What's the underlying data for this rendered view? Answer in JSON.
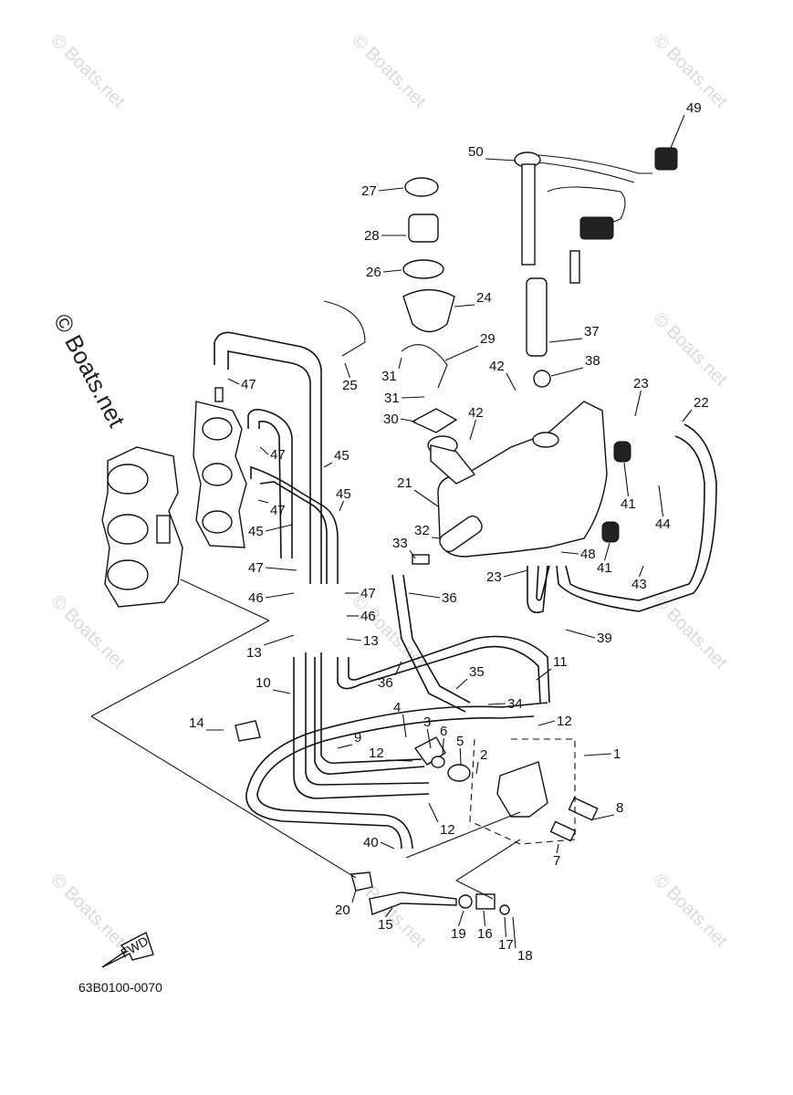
{
  "watermark": "© Boats.net",
  "diagram_code": "63B0100-0070",
  "fwd_label": "FWD",
  "labels": [
    {
      "id": "1",
      "text": "1"
    },
    {
      "id": "2",
      "text": "2"
    },
    {
      "id": "3",
      "text": "3"
    },
    {
      "id": "4",
      "text": "4"
    },
    {
      "id": "5",
      "text": "5"
    },
    {
      "id": "6",
      "text": "6"
    },
    {
      "id": "7",
      "text": "7"
    },
    {
      "id": "8",
      "text": "8"
    },
    {
      "id": "9",
      "text": "9"
    },
    {
      "id": "10",
      "text": "10"
    },
    {
      "id": "11",
      "text": "11"
    },
    {
      "id": "12a",
      "text": "12"
    },
    {
      "id": "12b",
      "text": "12"
    },
    {
      "id": "12c",
      "text": "12"
    },
    {
      "id": "13a",
      "text": "13"
    },
    {
      "id": "13b",
      "text": "13"
    },
    {
      "id": "14",
      "text": "14"
    },
    {
      "id": "15",
      "text": "15"
    },
    {
      "id": "16",
      "text": "16"
    },
    {
      "id": "17",
      "text": "17"
    },
    {
      "id": "18",
      "text": "18"
    },
    {
      "id": "19",
      "text": "19"
    },
    {
      "id": "20",
      "text": "20"
    },
    {
      "id": "21",
      "text": "21"
    },
    {
      "id": "22",
      "text": "22"
    },
    {
      "id": "23a",
      "text": "23"
    },
    {
      "id": "23b",
      "text": "23"
    },
    {
      "id": "24",
      "text": "24"
    },
    {
      "id": "25",
      "text": "25"
    },
    {
      "id": "26",
      "text": "26"
    },
    {
      "id": "27",
      "text": "27"
    },
    {
      "id": "28",
      "text": "28"
    },
    {
      "id": "29",
      "text": "29"
    },
    {
      "id": "30",
      "text": "30"
    },
    {
      "id": "31a",
      "text": "31"
    },
    {
      "id": "31b",
      "text": "31"
    },
    {
      "id": "32",
      "text": "32"
    },
    {
      "id": "33",
      "text": "33"
    },
    {
      "id": "34",
      "text": "34"
    },
    {
      "id": "35",
      "text": "35"
    },
    {
      "id": "36a",
      "text": "36"
    },
    {
      "id": "36b",
      "text": "36"
    },
    {
      "id": "37",
      "text": "37"
    },
    {
      "id": "38",
      "text": "38"
    },
    {
      "id": "39",
      "text": "39"
    },
    {
      "id": "40",
      "text": "40"
    },
    {
      "id": "41a",
      "text": "41"
    },
    {
      "id": "41b",
      "text": "41"
    },
    {
      "id": "42a",
      "text": "42"
    },
    {
      "id": "42b",
      "text": "42"
    },
    {
      "id": "43",
      "text": "43"
    },
    {
      "id": "44",
      "text": "44"
    },
    {
      "id": "45a",
      "text": "45"
    },
    {
      "id": "45b",
      "text": "45"
    },
    {
      "id": "45c",
      "text": "45"
    },
    {
      "id": "46a",
      "text": "46"
    },
    {
      "id": "46b",
      "text": "46"
    },
    {
      "id": "47a",
      "text": "47"
    },
    {
      "id": "47b",
      "text": "47"
    },
    {
      "id": "47c",
      "text": "47"
    },
    {
      "id": "47d",
      "text": "47"
    },
    {
      "id": "47e",
      "text": "47"
    },
    {
      "id": "48",
      "text": "48"
    },
    {
      "id": "49",
      "text": "49"
    },
    {
      "id": "50",
      "text": "50"
    }
  ]
}
